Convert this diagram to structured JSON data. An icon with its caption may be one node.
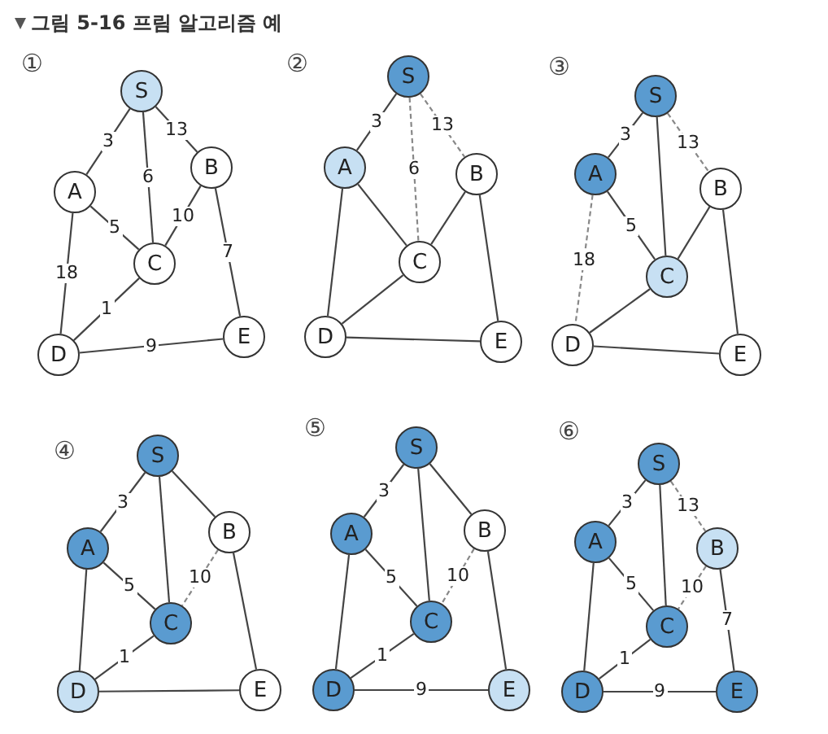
{
  "diagram": {
    "title": "그림 5-16 프림 알고리즘 예",
    "nodes": [
      {
        "text": [
          "S"
        ]
      },
      {
        "text": [
          "A"
        ]
      },
      {
        "text": [
          "B"
        ]
      },
      {
        "text": [
          "C"
        ]
      },
      {
        "text": [
          "D"
        ]
      },
      {
        "text": [
          "E"
        ]
      },
      {
        "text": [
          "S"
        ]
      },
      {
        "text": [
          "A"
        ]
      },
      {
        "text": [
          "B"
        ]
      },
      {
        "text": [
          "C"
        ]
      },
      {
        "text": [
          "D"
        ]
      },
      {
        "text": [
          "E"
        ]
      },
      {
        "text": [
          "S"
        ]
      },
      {
        "text": [
          "A"
        ]
      },
      {
        "text": [
          "B"
        ]
      },
      {
        "text": [
          "C"
        ]
      },
      {
        "text": [
          "D"
        ]
      },
      {
        "text": [
          "E"
        ]
      },
      {
        "text": [
          "S"
        ]
      },
      {
        "text": [
          "A"
        ]
      },
      {
        "text": [
          "B"
        ]
      },
      {
        "text": [
          "C"
        ]
      },
      {
        "text": [
          "D"
        ]
      },
      {
        "text": [
          "E"
        ]
      },
      {
        "text": [
          "S"
        ]
      },
      {
        "text": [
          "A"
        ]
      },
      {
        "text": [
          "B"
        ]
      },
      {
        "text": [
          "C"
        ]
      },
      {
        "text": [
          "D"
        ]
      },
      {
        "text": [
          "E"
        ]
      },
      {
        "text": [
          "S"
        ]
      },
      {
        "text": [
          "A"
        ]
      },
      {
        "text": [
          "B"
        ]
      },
      {
        "text": [
          "C"
        ]
      },
      {
        "text": [
          "D"
        ]
      },
      {
        "text": [
          "E"
        ]
      }
    ],
    "edges": [
      {
        "from": 0,
        "to": 1,
        "arrow": "none",
        "label": "3"
      },
      {
        "from": 0,
        "to": 2,
        "arrow": "none",
        "label": "13"
      },
      {
        "from": 0,
        "to": 3,
        "arrow": "none",
        "label": "6"
      },
      {
        "from": 2,
        "to": 3,
        "arrow": "none",
        "label": "10"
      },
      {
        "from": 1,
        "to": 3,
        "arrow": "none",
        "label": "5"
      },
      {
        "from": 1,
        "to": 4,
        "arrow": "none",
        "label": "18"
      },
      {
        "from": 2,
        "to": 5,
        "arrow": "none",
        "label": "7"
      },
      {
        "from": 3,
        "to": 4,
        "arrow": "none",
        "label": "1"
      },
      {
        "from": 4,
        "to": 5,
        "arrow": "none",
        "label": "9"
      },
      {
        "from": 6,
        "to": 7,
        "arrow": "none",
        "label": "3"
      },
      {
        "from": 6,
        "to": 8,
        "arrow": "none",
        "label": "13",
        "style": "dashed"
      },
      {
        "from": 6,
        "to": 9,
        "arrow": "none",
        "label": "6",
        "style": "dashed"
      },
      {
        "from": 8,
        "to": 9,
        "arrow": "none"
      },
      {
        "from": 7,
        "to": 9,
        "arrow": "none"
      },
      {
        "from": 7,
        "to": 10,
        "arrow": "none"
      },
      {
        "from": 8,
        "to": 11,
        "arrow": "none"
      },
      {
        "from": 9,
        "to": 10,
        "arrow": "none"
      },
      {
        "from": 10,
        "to": 11,
        "arrow": "none"
      },
      {
        "from": 12,
        "to": 13,
        "arrow": "none",
        "label": "3"
      },
      {
        "from": 12,
        "to": 14,
        "arrow": "none",
        "label": "13",
        "style": "dashed"
      },
      {
        "from": 12,
        "to": 15,
        "arrow": "none"
      },
      {
        "from": 14,
        "to": 15,
        "arrow": "none"
      },
      {
        "from": 13,
        "to": 15,
        "arrow": "none",
        "label": "5"
      },
      {
        "from": 13,
        "to": 16,
        "arrow": "none",
        "label": "18",
        "style": "dashed"
      },
      {
        "from": 14,
        "to": 17,
        "arrow": "none"
      },
      {
        "from": 15,
        "to": 16,
        "arrow": "none"
      },
      {
        "from": 16,
        "to": 17,
        "arrow": "none"
      },
      {
        "from": 18,
        "to": 19,
        "arrow": "none",
        "label": "3"
      },
      {
        "from": 18,
        "to": 20,
        "arrow": "none"
      },
      {
        "from": 18,
        "to": 21,
        "arrow": "none"
      },
      {
        "from": 20,
        "to": 21,
        "arrow": "none",
        "label": "10",
        "style": "dashed"
      },
      {
        "from": 19,
        "to": 21,
        "arrow": "none",
        "label": "5"
      },
      {
        "from": 19,
        "to": 22,
        "arrow": "none"
      },
      {
        "from": 20,
        "to": 23,
        "arrow": "none"
      },
      {
        "from": 21,
        "to": 22,
        "arrow": "none",
        "label": "1"
      },
      {
        "from": 22,
        "to": 23,
        "arrow": "none"
      },
      {
        "from": 24,
        "to": 25,
        "arrow": "none",
        "label": "3"
      },
      {
        "from": 24,
        "to": 26,
        "arrow": "none"
      },
      {
        "from": 24,
        "to": 27,
        "arrow": "none"
      },
      {
        "from": 26,
        "to": 27,
        "arrow": "none",
        "label": "10",
        "style": "dashed"
      },
      {
        "from": 25,
        "to": 27,
        "arrow": "none",
        "label": "5"
      },
      {
        "from": 25,
        "to": 28,
        "arrow": "none"
      },
      {
        "from": 26,
        "to": 29,
        "arrow": "none"
      },
      {
        "from": 27,
        "to": 28,
        "arrow": "none",
        "label": "1"
      },
      {
        "from": 28,
        "to": 29,
        "arrow": "none",
        "label": "9"
      },
      {
        "from": 30,
        "to": 31,
        "arrow": "none",
        "label": "3"
      },
      {
        "from": 30,
        "to": 32,
        "arrow": "none",
        "label": "13",
        "style": "dashed"
      },
      {
        "from": 30,
        "to": 33,
        "arrow": "none"
      },
      {
        "from": 32,
        "to": 33,
        "arrow": "none",
        "label": "10",
        "style": "dashed"
      },
      {
        "from": 31,
        "to": 33,
        "arrow": "none",
        "label": "5"
      },
      {
        "from": 31,
        "to": 34,
        "arrow": "none"
      },
      {
        "from": 32,
        "to": 35,
        "arrow": "none",
        "label": "7"
      },
      {
        "from": 33,
        "to": 34,
        "arrow": "none",
        "label": "1"
      },
      {
        "from": 34,
        "to": 35,
        "arrow": "none",
        "label": "9"
      }
    ],
    "labels": [
      "①",
      "②",
      "③",
      "④",
      "⑤",
      "⑥"
    ]
  }
}
